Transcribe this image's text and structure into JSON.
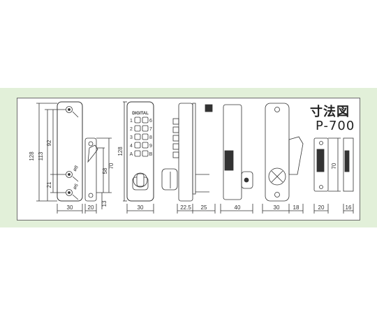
{
  "title": "寸法図",
  "model": "P-700",
  "keypad_label": "DIGITAL",
  "keys_left": [
    "1",
    "2",
    "3",
    "4",
    "A"
  ],
  "keys_right": [
    "6",
    "7",
    "8",
    "9",
    "B"
  ],
  "dimensions": {
    "v_128_a": "128",
    "v_113": "113",
    "v_92": "92",
    "v_21": "21",
    "hole_8": "ø8",
    "hole_6": "ø6",
    "v_58": "58",
    "v_70_a": "70",
    "v_13": "13",
    "v_128_b": "128",
    "v_70_b": "70",
    "w_30_a": "30",
    "w_20_a": "20",
    "w_30_b": "30",
    "w_22_5": "22.5",
    "w_25": "25",
    "w_40": "40",
    "w_30_c": "30",
    "w_18": "18",
    "w_20_b": "20",
    "w_16": "16"
  }
}
